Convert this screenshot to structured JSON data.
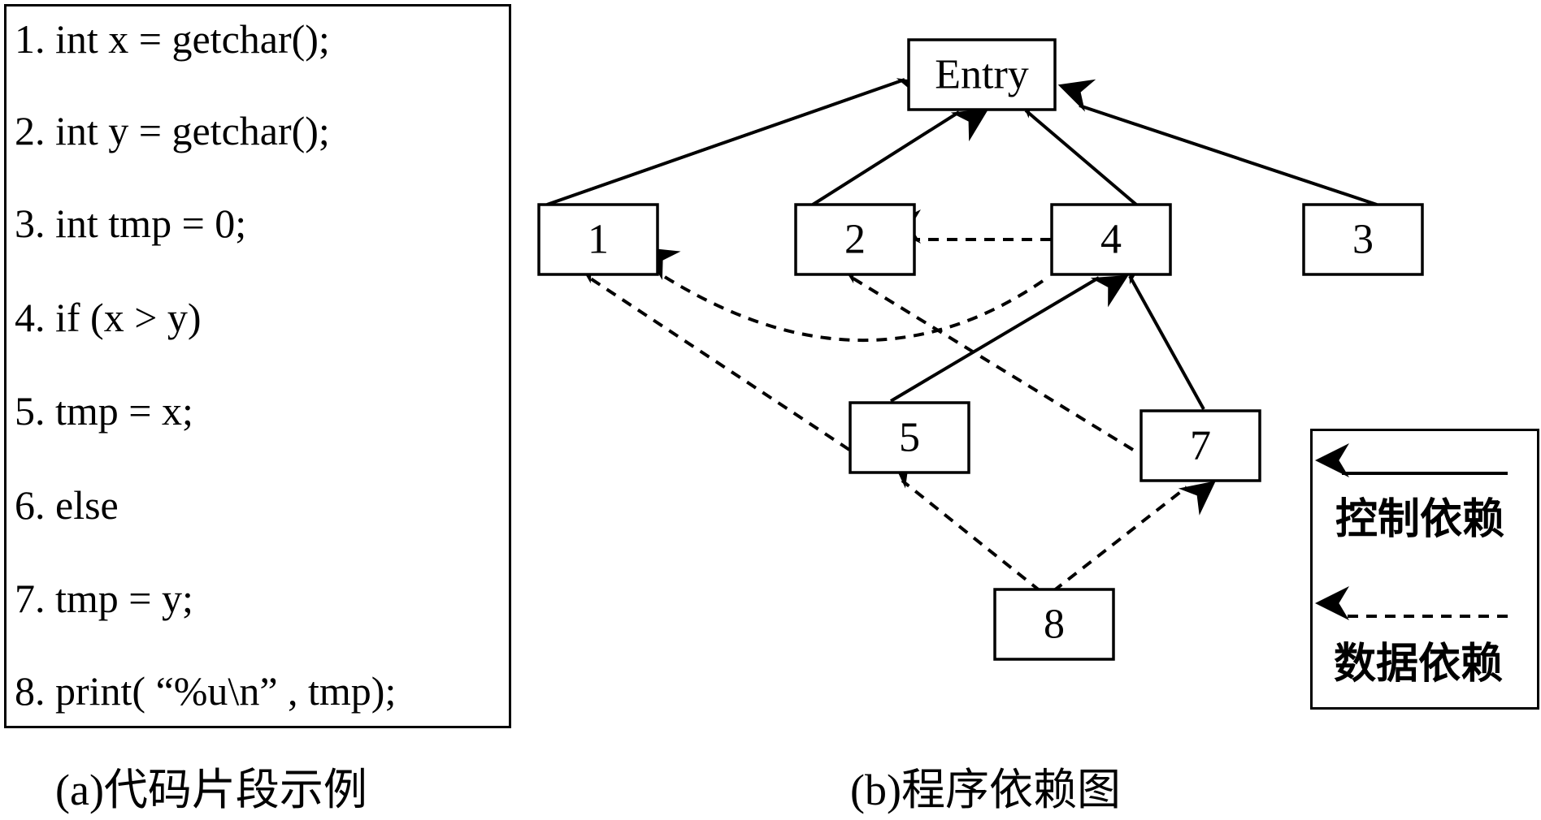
{
  "code": {
    "lines": [
      "1. int x = getchar();",
      "2. int y = getchar();",
      "3. int tmp = 0;",
      "4. if (x > y)",
      "5. tmp = x;",
      "6. else",
      "7. tmp = y;",
      "8. print( “%u\\n” , tmp);"
    ]
  },
  "captions": {
    "left": "(a)代码片段示例",
    "right": "(b)程序依赖图"
  },
  "graph": {
    "nodes": {
      "entry": "Entry",
      "n1": "1",
      "n2": "2",
      "n3": "3",
      "n4": "4",
      "n5": "5",
      "n7": "7",
      "n8": "8"
    },
    "control_edges": [
      [
        "1",
        "Entry"
      ],
      [
        "2",
        "Entry"
      ],
      [
        "4",
        "Entry"
      ],
      [
        "3",
        "Entry"
      ],
      [
        "5",
        "4"
      ],
      [
        "7",
        "4"
      ]
    ],
    "data_edges": [
      [
        "4",
        "2"
      ],
      [
        "4",
        "1"
      ],
      [
        "5",
        "1"
      ],
      [
        "7",
        "2"
      ],
      [
        "8",
        "5"
      ],
      [
        "8",
        "7"
      ]
    ]
  },
  "legend": {
    "control": "控制依赖",
    "data": "数据依赖"
  }
}
